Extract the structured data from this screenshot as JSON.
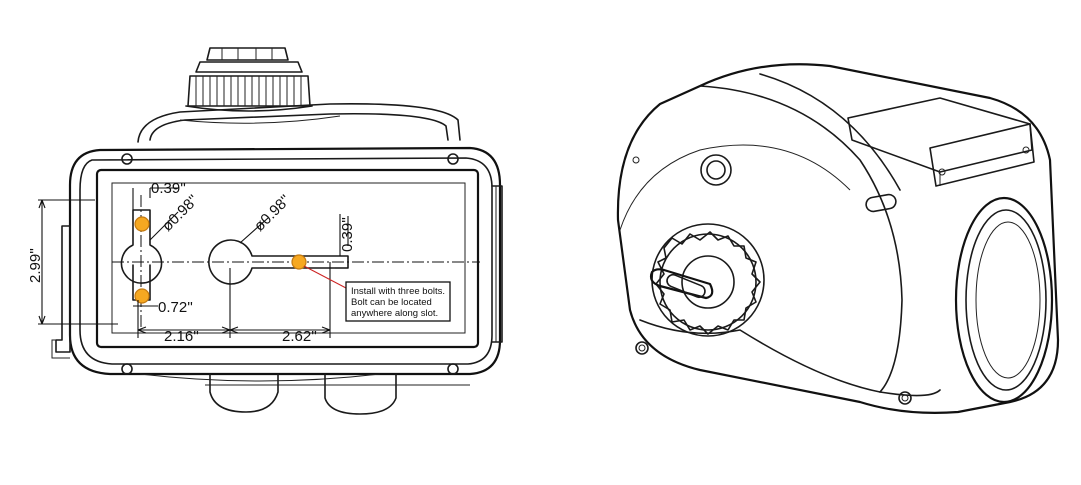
{
  "dimensions": {
    "height_overall": "2.99''",
    "keyhole_left_dia": "ø0.98''",
    "keyhole_right_dia": "ø0.98''",
    "top_offset": "0.39''",
    "slot_width": "0.39''",
    "bottom_offset": "0.72''",
    "spacing_left": "2.16''",
    "slot_length": "2.62''"
  },
  "note": {
    "line1": "Install with three bolts.",
    "line2": "Bolt can be located",
    "line3": "anywhere along slot."
  },
  "colors": {
    "bolt_marker": "#f6a821",
    "line": "#1a1a1a"
  }
}
